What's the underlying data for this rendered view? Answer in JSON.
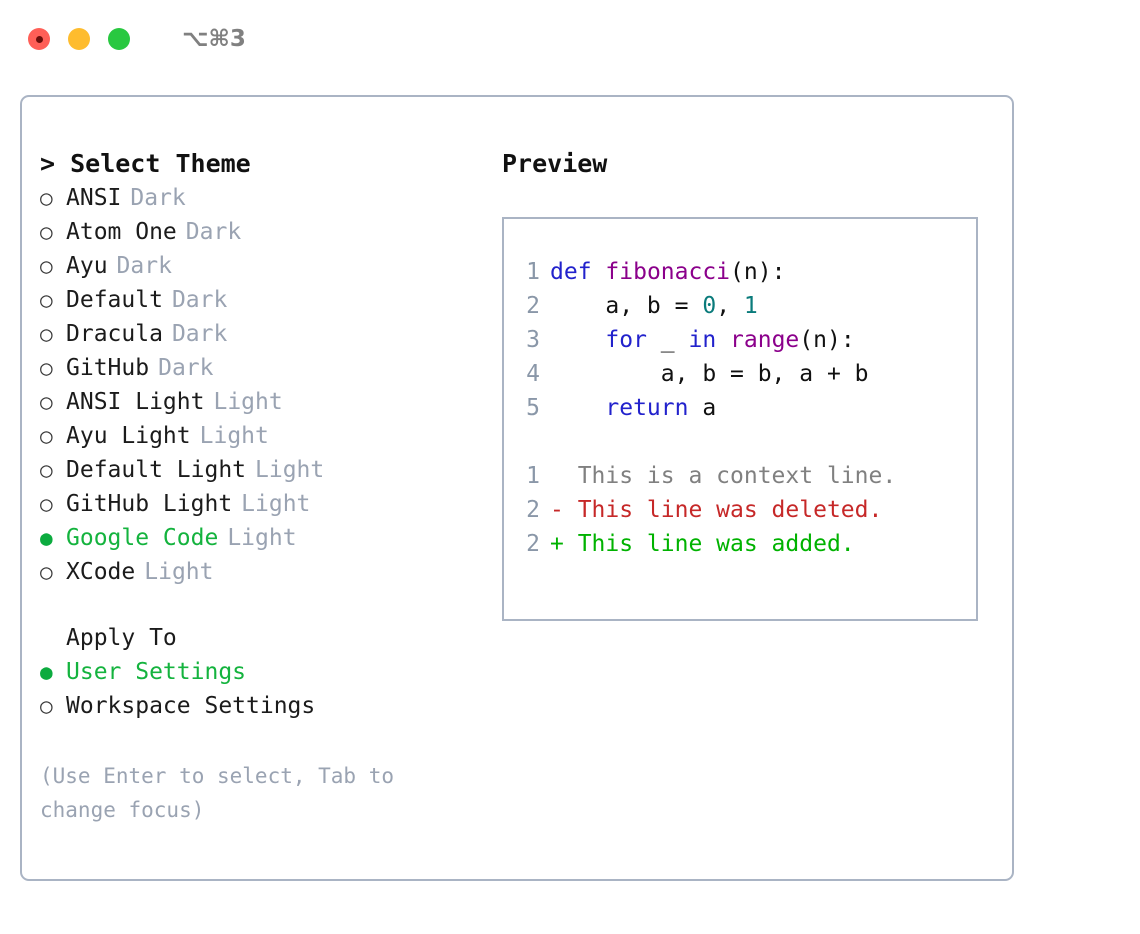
{
  "window": {
    "title": "⌥⌘3",
    "traffic_lights": [
      "close-button",
      "minimize-button",
      "maximize-button"
    ]
  },
  "theme_list": {
    "header": "> Select Theme",
    "marker_unselected": "○",
    "marker_selected": "●",
    "items": [
      {
        "label": "ANSI",
        "kind": "Dark",
        "selected": false
      },
      {
        "label": "Atom One",
        "kind": "Dark",
        "selected": false
      },
      {
        "label": "Ayu",
        "kind": "Dark",
        "selected": false
      },
      {
        "label": "Default",
        "kind": "Dark",
        "selected": false
      },
      {
        "label": "Dracula",
        "kind": "Dark",
        "selected": false
      },
      {
        "label": "GitHub",
        "kind": "Dark",
        "selected": false
      },
      {
        "label": "ANSI Light",
        "kind": "Light",
        "selected": false
      },
      {
        "label": "Ayu Light",
        "kind": "Light",
        "selected": false
      },
      {
        "label": "Default Light",
        "kind": "Light",
        "selected": false
      },
      {
        "label": "GitHub Light",
        "kind": "Light",
        "selected": false
      },
      {
        "label": "Google Code",
        "kind": "Light",
        "selected": true
      },
      {
        "label": "XCode",
        "kind": "Light",
        "selected": false
      }
    ]
  },
  "apply_to": {
    "title": "Apply To",
    "items": [
      {
        "label": "User Settings",
        "selected": true
      },
      {
        "label": "Workspace Settings",
        "selected": false
      }
    ]
  },
  "hint": "(Use Enter to select, Tab to change focus)",
  "preview": {
    "title": "Preview",
    "code_lines": [
      {
        "num": "1",
        "tokens": [
          {
            "t": "def",
            "c": "kw"
          },
          {
            "t": " ",
            "c": "pun"
          },
          {
            "t": "fibonacci",
            "c": "fn"
          },
          {
            "t": "(",
            "c": "pun"
          },
          {
            "t": "n",
            "c": "name"
          },
          {
            "t": "):",
            "c": "pun"
          }
        ]
      },
      {
        "num": "2",
        "tokens": [
          {
            "t": "    a, b = ",
            "c": "pun"
          },
          {
            "t": "0",
            "c": "num"
          },
          {
            "t": ", ",
            "c": "pun"
          },
          {
            "t": "1",
            "c": "num"
          }
        ]
      },
      {
        "num": "3",
        "tokens": [
          {
            "t": "    ",
            "c": "pun"
          },
          {
            "t": "for",
            "c": "kw"
          },
          {
            "t": " _ ",
            "c": "pun"
          },
          {
            "t": "in",
            "c": "kw"
          },
          {
            "t": " ",
            "c": "pun"
          },
          {
            "t": "range",
            "c": "fn"
          },
          {
            "t": "(",
            "c": "pun"
          },
          {
            "t": "n",
            "c": "name"
          },
          {
            "t": "):",
            "c": "pun"
          }
        ]
      },
      {
        "num": "4",
        "tokens": [
          {
            "t": "        a, b = b, a + b",
            "c": "pun"
          }
        ]
      },
      {
        "num": "5",
        "tokens": [
          {
            "t": "    ",
            "c": "pun"
          },
          {
            "t": "return",
            "c": "kw"
          },
          {
            "t": " a",
            "c": "pun"
          }
        ]
      }
    ],
    "diff_lines": [
      {
        "num": "1",
        "prefix": "  ",
        "text": "This is a context line.",
        "kind": "ctx"
      },
      {
        "num": "2",
        "prefix": "- ",
        "text": "This line was deleted.",
        "kind": "del"
      },
      {
        "num": "2",
        "prefix": "+ ",
        "text": "This line was added.",
        "kind": "add"
      }
    ]
  },
  "colors": {
    "accent_green": "#14b33e",
    "muted": "#9aa3b2",
    "border": "#aab4c4",
    "keyword": "#2222cc",
    "function": "#8b008b",
    "number": "#0a7b7b",
    "gutter": "#8a97a8",
    "diff_delete": "#c62828",
    "diff_add": "#00b200",
    "diff_context": "#808080",
    "light_red": "#ff5f57",
    "light_yellow": "#febc2e",
    "light_green": "#28c840"
  }
}
